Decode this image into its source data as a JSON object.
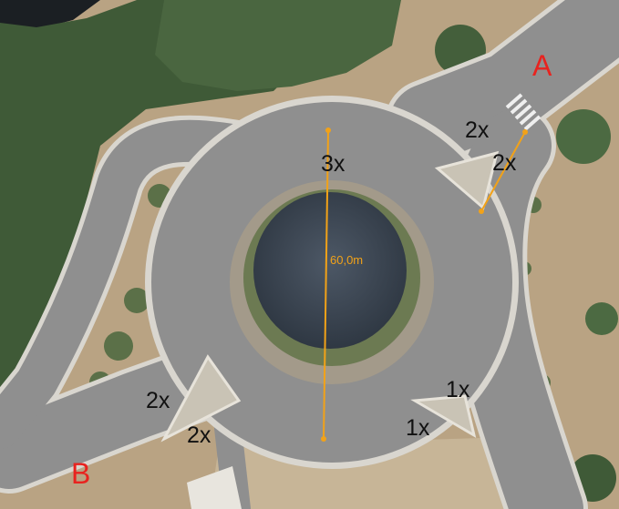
{
  "points": {
    "a": "A",
    "b": "B"
  },
  "lanes": {
    "north": "3x",
    "ne_entry": "2x",
    "ne_exit": "2x",
    "se_upper": "1x",
    "se_lower": "1x",
    "sw_upper": "2x",
    "sw_lower": "2x"
  },
  "measurement": {
    "diameter": "60,0m"
  },
  "colors": {
    "road": "#8f8f8f",
    "island": "#3c4552",
    "vegetation": "#3f5a37",
    "dry_grass": "#b9a383",
    "label_points": "#e8231f",
    "measure_line": "#f2a218"
  }
}
